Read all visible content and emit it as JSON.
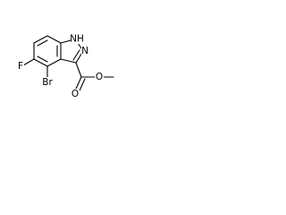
{
  "molecule": {
    "atoms": {
      "nh": "NH",
      "n": "N",
      "br": "Br",
      "f": "F",
      "o_carbonyl": "O",
      "o_ester": "O"
    },
    "colors": {
      "bond": "#000000",
      "label": "#000000",
      "background": "#ffffff"
    }
  }
}
